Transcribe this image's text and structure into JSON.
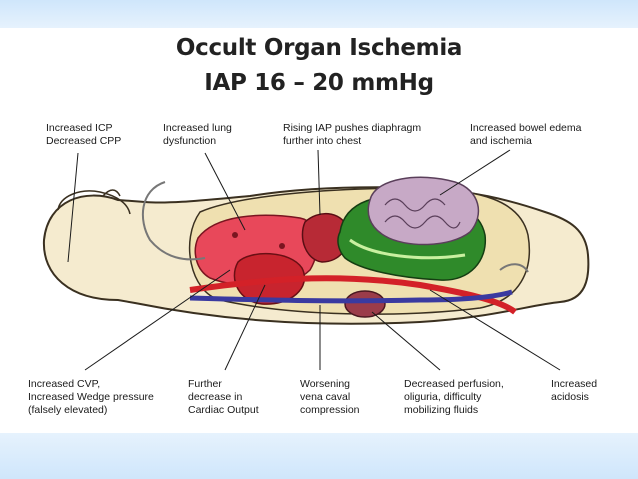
{
  "title": {
    "line1": "Occult Organ Ischemia",
    "line2": "IAP 16 – 20 mmHg"
  },
  "labels": {
    "icp": "Increased ICP\nDecreased CPP",
    "lung": "Increased lung\ndysfunction",
    "diaphragm": "Rising IAP pushes diaphragm\nfurther into chest",
    "bowel": "Increased bowel edema\nand ischemia",
    "cvp": "Increased CVP,\nIncreased Wedge pressure\n(falsely elevated)",
    "cardiac": "Further\ndecrease in\nCardiac Output",
    "caval": "Worsening\nvena caval\ncompression",
    "perfusion": "Decreased perfusion,\noliguria, difficulty\nmobilizing fluids",
    "acidosis": "Increased\nacidosis"
  },
  "colors": {
    "band": "#cfe6fb",
    "skin": "#f5ebcf",
    "abdomen": "#efe0b0",
    "lung": "#e8485a",
    "heart": "#c8242e",
    "bowel": "#c7a9c6",
    "colon": "#2f8a2a",
    "artery": "#d32128",
    "vein": "#3a3aa0",
    "kidney": "#9b3c4a"
  }
}
